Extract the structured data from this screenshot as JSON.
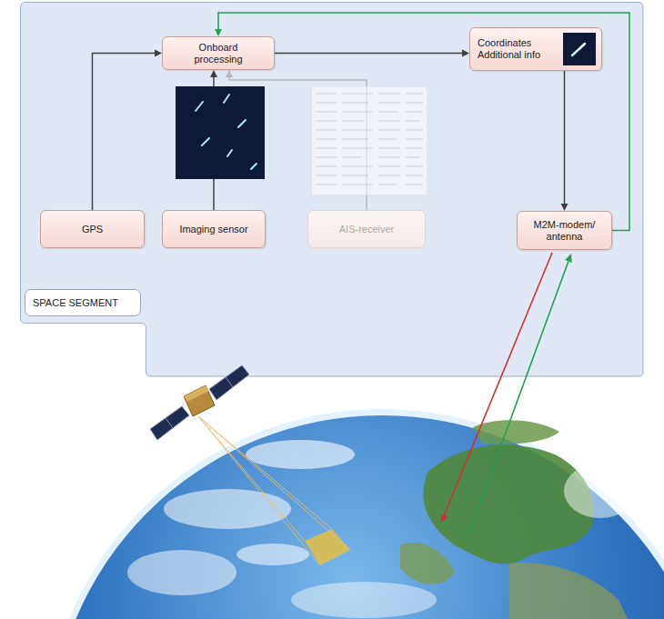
{
  "diagram": {
    "nodes": [
      {
        "text": [
          "SPACE SEGMENT"
        ]
      },
      {
        "text": [
          "Onboard processing"
        ],
        "in": 0
      },
      {
        "text": [
          "Coordinates Additional info"
        ],
        "in": 0
      },
      {
        "text": [
          "GPS"
        ],
        "in": 0
      },
      {
        "text": [
          "Imaging sensor"
        ],
        "in": 0
      },
      {
        "text": [
          "AIS-receiver"
        ],
        "in": 0
      },
      {
        "text": [
          "M2M-modem/ antenna"
        ],
        "in": 0
      }
    ],
    "edges": [
      {
        "from": 3,
        "to": 1,
        "arrow": "to"
      },
      {
        "from": 4,
        "to": 1,
        "arrow": "to"
      },
      {
        "from": 5,
        "to": 1,
        "arrow": "to"
      },
      {
        "from": 1,
        "to": 2,
        "arrow": "to"
      },
      {
        "from": 2,
        "to": 6,
        "arrow": "to"
      },
      {
        "from": 6,
        "to": 1,
        "arrow": "to"
      }
    ]
  }
}
